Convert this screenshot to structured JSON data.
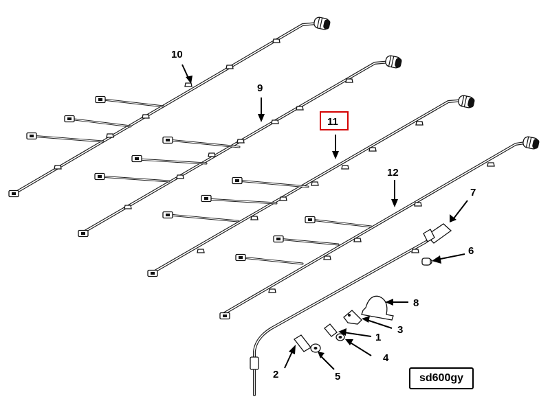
{
  "diagram": {
    "callouts": [
      "10",
      "9",
      "11",
      "12",
      "7",
      "6",
      "8",
      "3",
      "1",
      "4",
      "2",
      "5"
    ],
    "highlighted_callout": "11",
    "highlight_color": "#d40000",
    "code": "sd600gy"
  }
}
